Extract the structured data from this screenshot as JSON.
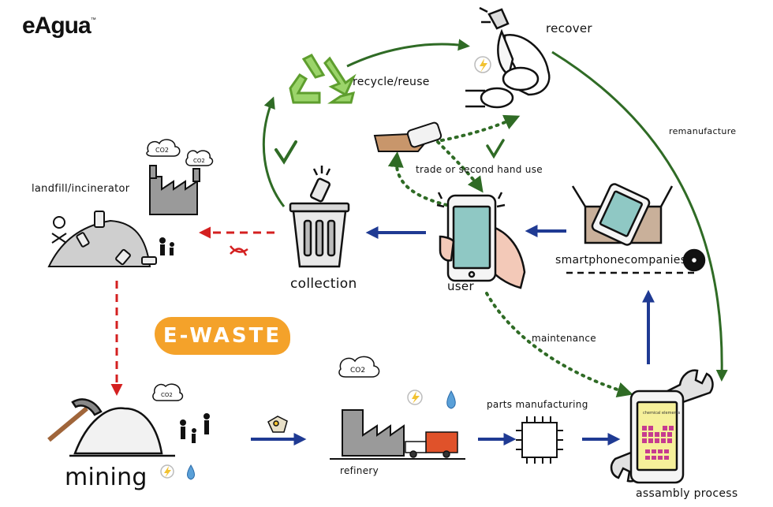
{
  "logo": {
    "text": "eAgua"
  },
  "labels": {
    "recover": "recover",
    "recycle_reuse": "recycle/reuse",
    "remanufacture": "remanufacture",
    "trade": "trade or second hand use",
    "landfill": "landfill/incinerator",
    "collection": "collection",
    "user": "user",
    "smartphone_companies": "smartphonecompanies",
    "maintenance": "maintenance",
    "mining": "mining",
    "refinery": "refinery",
    "parts_manufacturing": "parts manufacturing",
    "assembly_process": "assambly process",
    "ewaste": "E-WASTE",
    "co2": "CO2",
    "chemical_elements": "chemical elements"
  },
  "colors": {
    "green_arrow": "#2f6b25",
    "recycle_green": "#7ac943",
    "blue_arrow": "#1f3a93",
    "red_arrow": "#d42020",
    "ewaste_orange": "#f4a22a",
    "gray_factory": "#9a9a9a",
    "box_brown": "#c9b09a",
    "screen_teal": "#8fc8c4",
    "skin": "#f3c9b8"
  }
}
